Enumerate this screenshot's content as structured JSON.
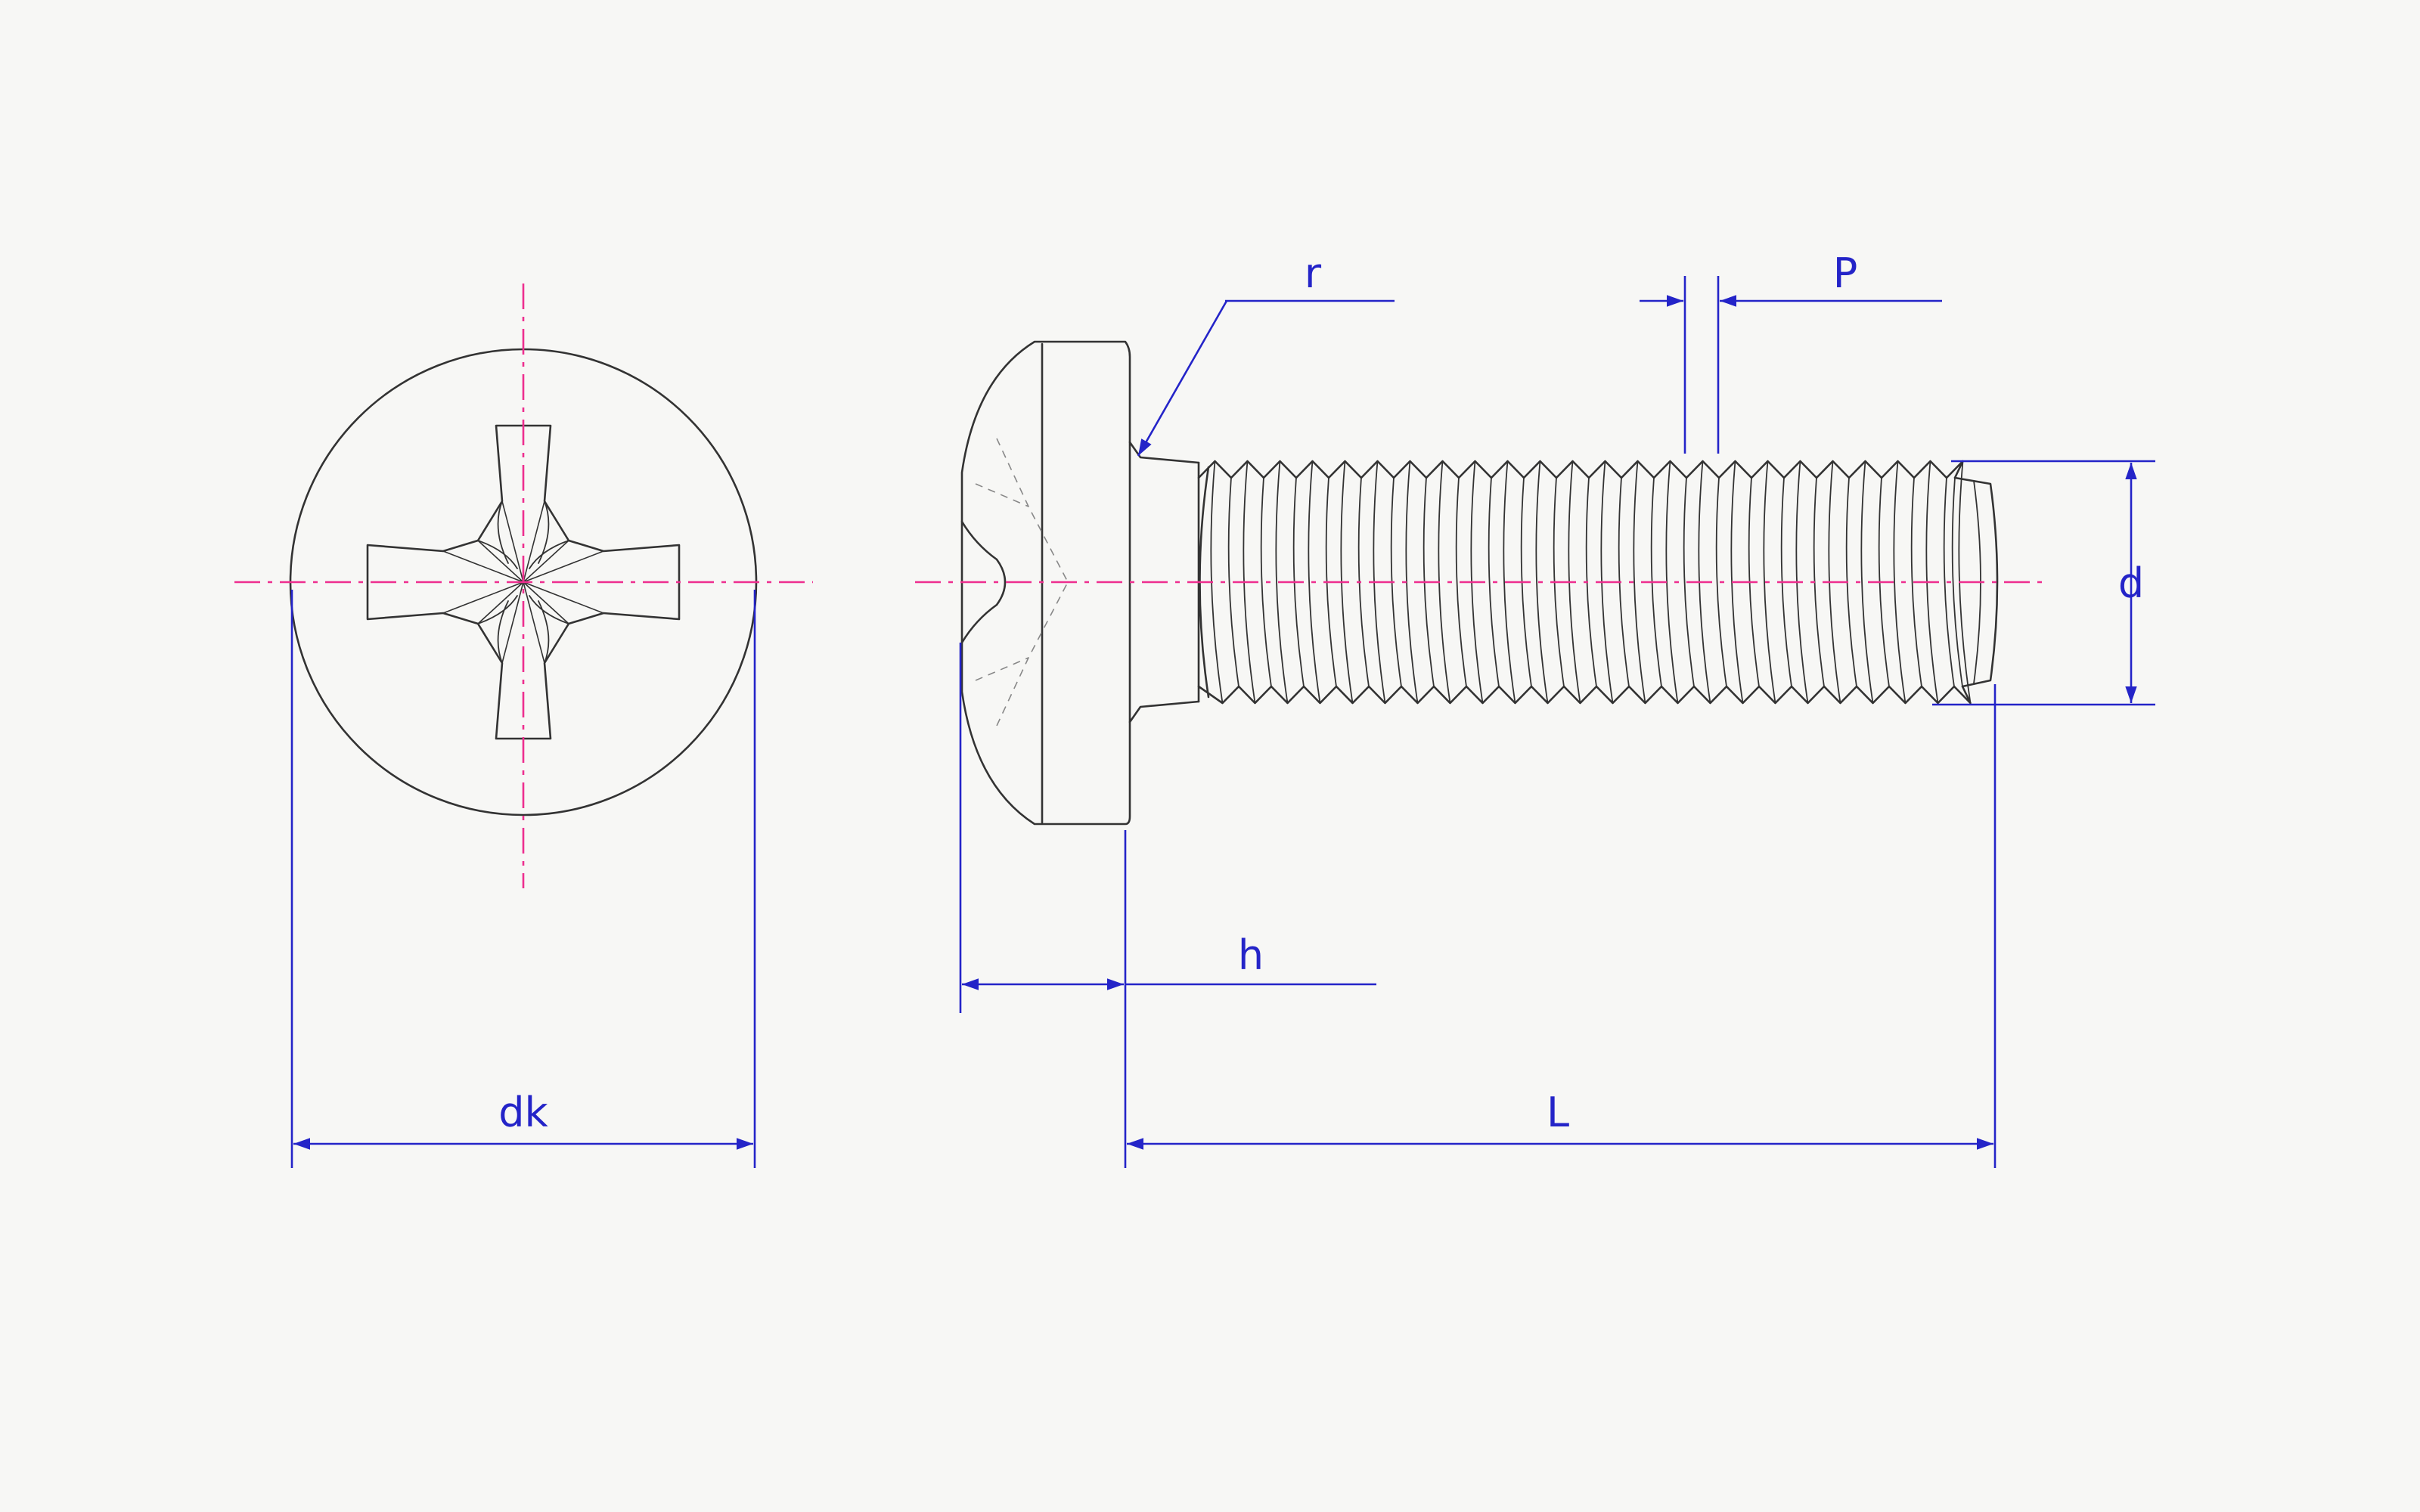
{
  "colors": {
    "outline": "#333333",
    "centerline": "#ee2f8f",
    "dimension": "#2424c8",
    "background": "#f7f7f5"
  },
  "labels": {
    "dk": "dk",
    "h": "h",
    "L": "L",
    "r": "r",
    "P": "P",
    "d": "d"
  }
}
